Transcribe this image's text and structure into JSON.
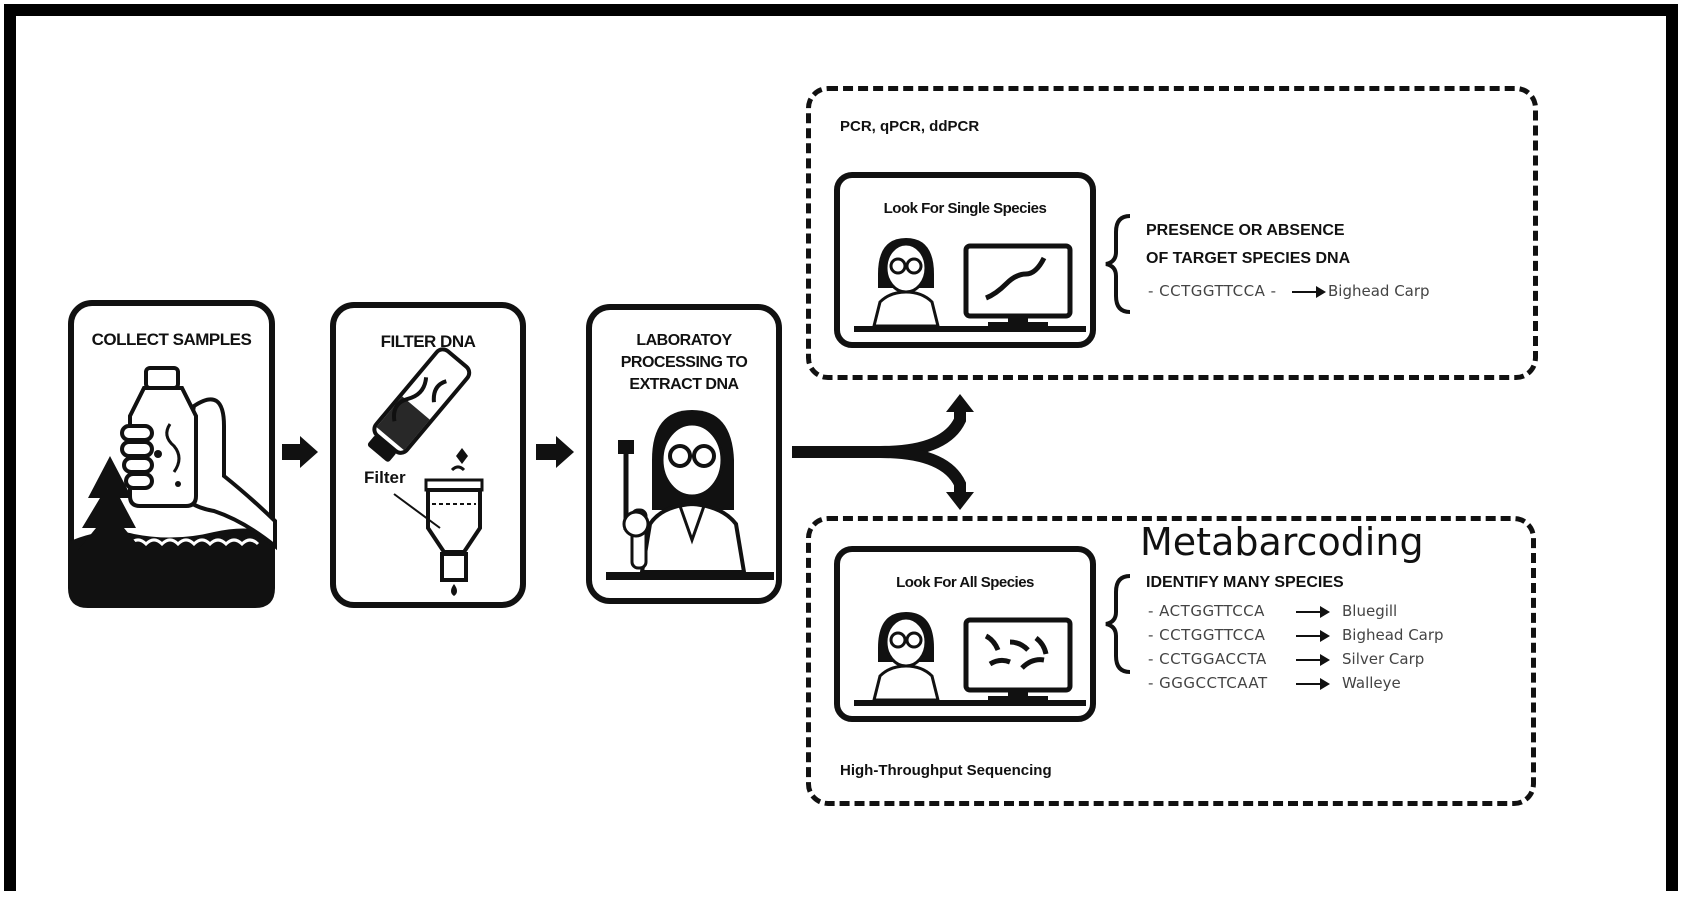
{
  "steps": {
    "collect": "COLLECT SAMPLES",
    "filter": "FILTER DNA",
    "filter_label": "Filter",
    "lab_line1": "LABORATOY",
    "lab_line2": "PROCESSING TO",
    "lab_line3": "EXTRACT DNA"
  },
  "top_panel": {
    "method": "PCR, qPCR, ddPCR",
    "card_title": "Look For Single Species",
    "result_line1": "PRESENCE OR ABSENCE",
    "result_line2": "OF TARGET SPECIES DNA",
    "sequences": [
      {
        "seq": "- CCTGGTTCCA -",
        "species": "Bighead Carp"
      }
    ]
  },
  "bottom_panel": {
    "heading": "Metabarcoding",
    "method": "High-Throughput Sequencing",
    "card_title": "Look For All Species",
    "result_title": "IDENTIFY MANY SPECIES",
    "sequences": [
      {
        "seq": "- ACTGGTTCCA",
        "species": "Bluegill"
      },
      {
        "seq": "- CCTGGTTCCA",
        "species": "Bighead Carp"
      },
      {
        "seq": "- CCTGGACCTA",
        "species": "Silver Carp"
      },
      {
        "seq": "- GGGCCTCAAT",
        "species": "Walleye"
      }
    ]
  }
}
